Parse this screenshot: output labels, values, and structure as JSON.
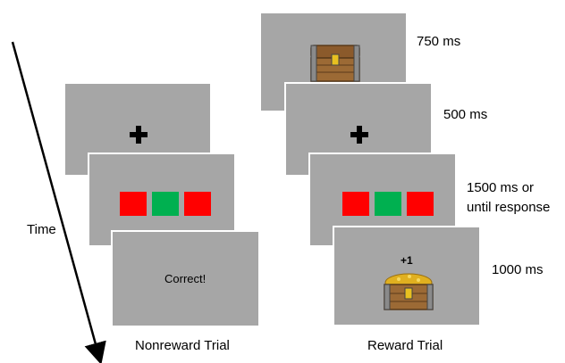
{
  "time_label": "Time",
  "colors": {
    "red": "#ff0000",
    "green": "#00b050",
    "screen": "#a6a6a6"
  },
  "nonreward": {
    "title": "Nonreward Trial",
    "feedback_text": "Correct!"
  },
  "reward": {
    "title": "Reward Trial",
    "points_text": "+1",
    "durations": [
      "750 ms",
      "500 ms",
      "1500 ms or",
      "until response",
      "1000 ms"
    ]
  },
  "icons": [
    "fixation-cross",
    "empty-treasure-chest",
    "gold-treasure-chest"
  ]
}
